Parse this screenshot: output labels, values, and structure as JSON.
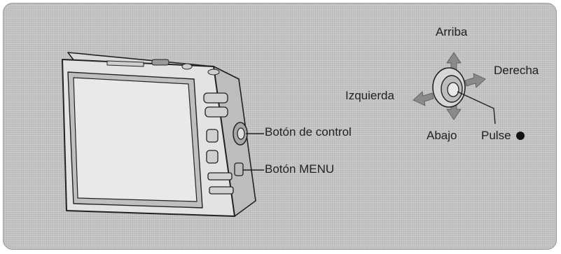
{
  "labels": {
    "control_button": "Botón de control",
    "menu_button": "Botón MENU",
    "up": "Arriba",
    "right": "Derecha",
    "left": "Izquierda",
    "down": "Abajo",
    "press": "Pulse"
  },
  "colors": {
    "panel_bg": "#c9c9c9",
    "arrow": "#8a8a8a",
    "line": "#222222"
  }
}
